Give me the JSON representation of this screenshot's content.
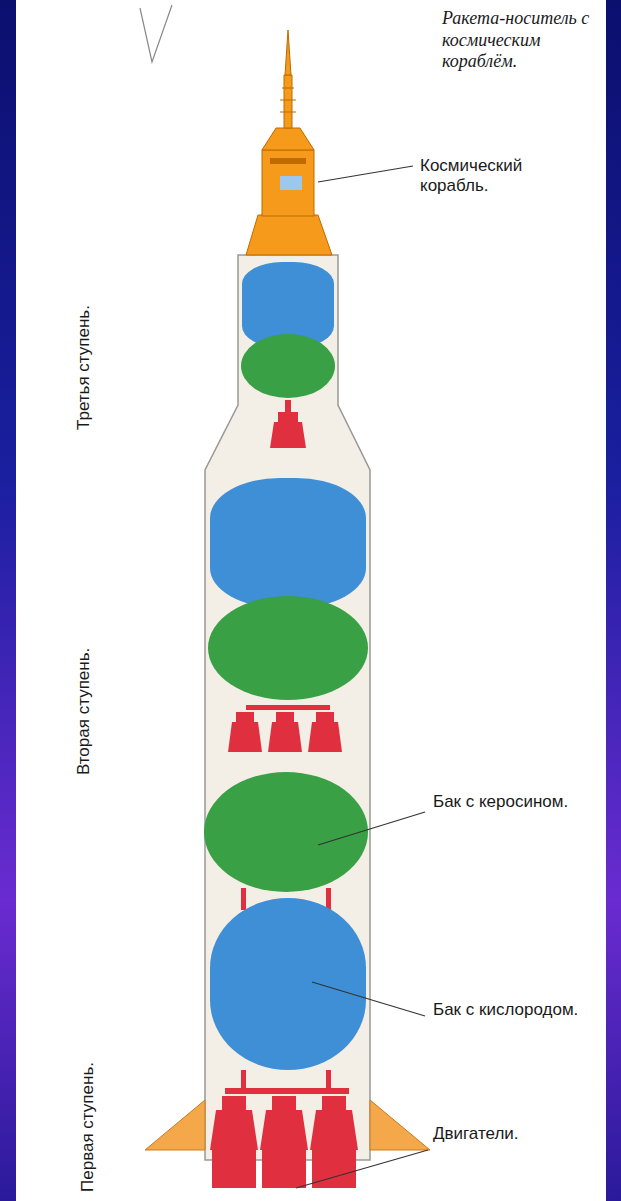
{
  "diagram": {
    "title": "Ракета-носитель с космическим кораблём.",
    "labels": [
      "Космический корабль.",
      "Третья ступень.",
      "Вторая ступень.",
      "Бак с керосином.",
      "Бак с кислородом.",
      "Первая ступень.",
      "Двигатели."
    ]
  }
}
